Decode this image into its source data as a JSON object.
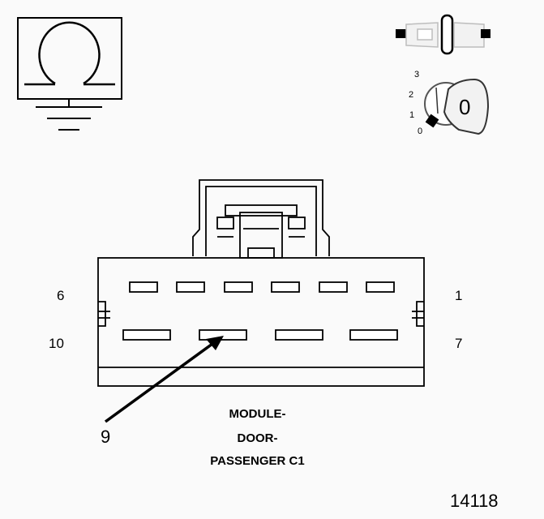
{
  "icons": {
    "ground": "ground-symbol-icon",
    "fuse_connector": "inline-connector-icon",
    "ignition": "ignition-key-icon"
  },
  "ignition": {
    "positions": [
      "3",
      "2",
      "1",
      "0"
    ],
    "key_label": "0"
  },
  "connector": {
    "pin_labels": {
      "top_left": "6",
      "top_right": "1",
      "bottom_left": "10",
      "bottom_right": "7"
    },
    "callout": "9",
    "caption_lines": [
      "MODULE-",
      "DOOR-",
      "PASSENGER C1"
    ]
  },
  "figure_number": "14118"
}
